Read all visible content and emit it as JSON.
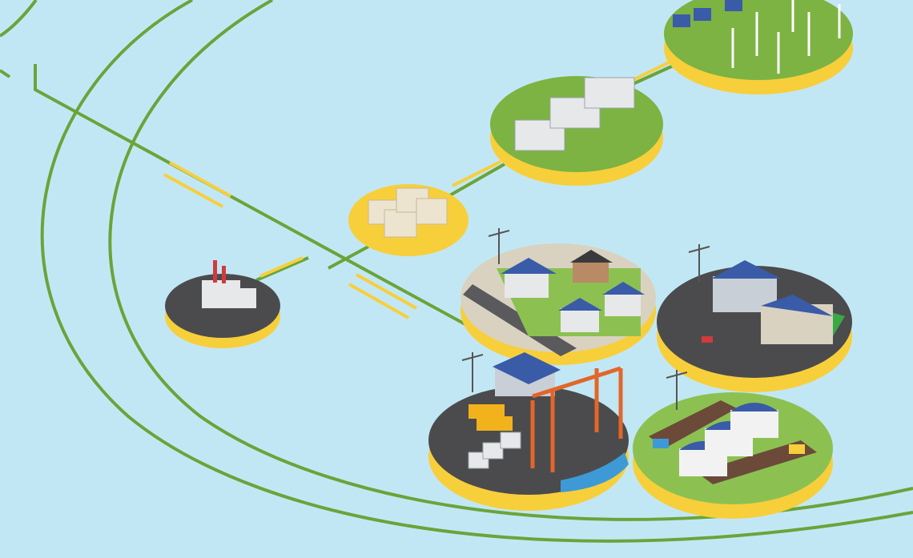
{
  "colors": {
    "background": "#c2e7f4",
    "grid_line": "#6aa43a",
    "platform_rim": "#f7cf3b",
    "platform_green": "#7cb342",
    "platform_dark": "#4b4b4d",
    "platform_beige": "#d9d2c0",
    "arrow": "#f7cf3b",
    "solar_panel": "#3a5ba8",
    "building_white": "#e6e8ea",
    "crane_orange": "#e2662a",
    "water": "#3d9ad6"
  },
  "nodes": [
    {
      "id": "renewable-farm",
      "icon": "wind-turbine-solar-icon"
    },
    {
      "id": "battery-storage-large",
      "icon": "battery-container-icon"
    },
    {
      "id": "battery-storage-small",
      "icon": "battery-rack-icon"
    },
    {
      "id": "power-plant",
      "icon": "factory-icon"
    },
    {
      "id": "residential",
      "icon": "house-solar-icon"
    },
    {
      "id": "school-campus",
      "icon": "school-icon"
    },
    {
      "id": "port-terminal",
      "icon": "crane-icon"
    },
    {
      "id": "agriculture",
      "icon": "greenhouse-icon"
    }
  ]
}
